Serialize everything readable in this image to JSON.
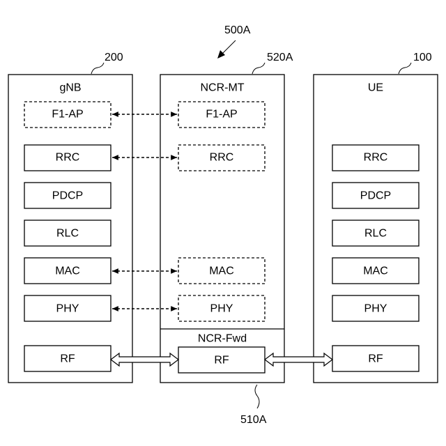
{
  "figure_label": "500A",
  "gnb": {
    "ref": "200",
    "title": "gNB",
    "layers": [
      "F1-AP",
      "RRC",
      "PDCP",
      "RLC",
      "MAC",
      "PHY",
      "RF"
    ]
  },
  "ncr_mt": {
    "ref": "520A",
    "title": "NCR-MT",
    "layers": [
      "F1-AP",
      "RRC",
      "MAC",
      "PHY"
    ]
  },
  "ncr_fwd": {
    "ref": "510A",
    "title": "NCR-Fwd",
    "rf": "RF"
  },
  "ue": {
    "ref": "100",
    "title": "UE",
    "layers": [
      "RRC",
      "PDCP",
      "RLC",
      "MAC",
      "PHY",
      "RF"
    ]
  }
}
